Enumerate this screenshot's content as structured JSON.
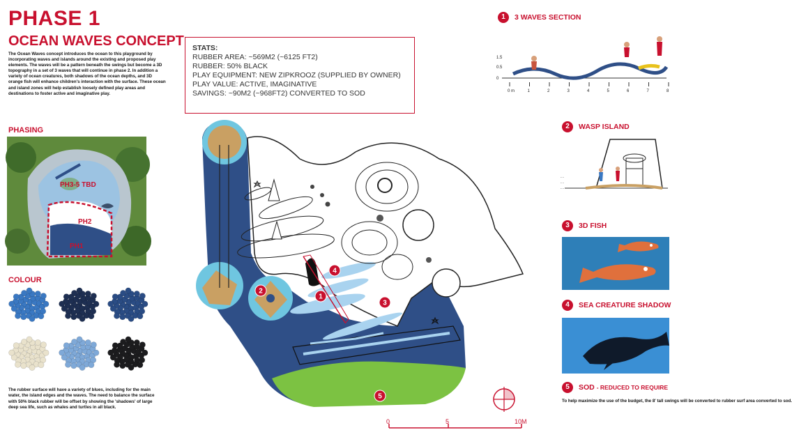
{
  "header": {
    "phase_title": "PHASE 1",
    "concept_title": "OCEAN WAVES CONCEPT",
    "intro_text": "The Ocean Waves concept introduces the ocean to this playground by incorporating waves and islands around the existing and proposed play elements. The waves will be a pattern beneath the swings but become a 3D topography in a set of 3 waves that will continue in phase 2. In addition a variety of ocean creatures, both shadows of the ocean depths, and 3D orange fish will enhance children's interaction with the surface. These ocean and island zones will help establish loosely defined play areas and destinations to foster active and imaginative play."
  },
  "phasing": {
    "heading": "PHASING",
    "labels": [
      "PH3-5 TBD",
      "PH2",
      "PH1"
    ]
  },
  "colour": {
    "heading": "COLOUR",
    "swatches": [
      "#3a78c2",
      "#1e2f52",
      "#2a4c84",
      "#e9e2cc",
      "#7fa9d8",
      "#1c1c1e"
    ],
    "text": "The rubber surface will have a variety of blues, including for the main water, the island edges and the waves. The need to balance the surface with 50% black rubber will be offset by showing the 'shadows' of large deep sea life, such as whales and turtles in all black."
  },
  "stats": {
    "heading": "STATS:",
    "lines": [
      "RUBBER AREA: ~569M2 (~6125 FT2)",
      "RUBBER: 50% BLACK",
      "PLAY EQUIPMENT: NEW ZIPKROOZ (SUPPLIED BY OWNER)",
      "PLAY VALUE: ACTIVE, IMAGINATIVE",
      "SAVINGS: ~90M2 (~968FT2) CONVERTED TO SOD"
    ]
  },
  "plan": {
    "markers": [
      "1",
      "2",
      "3",
      "4",
      "5"
    ],
    "scale_ticks": [
      "0",
      "5",
      "10M"
    ]
  },
  "items": [
    {
      "num": "1",
      "title": "3 WAVES SECTION"
    },
    {
      "num": "2",
      "title": "WASP ISLAND"
    },
    {
      "num": "3",
      "title": "3D FISH"
    },
    {
      "num": "4",
      "title": "SEA CREATURE SHADOW"
    },
    {
      "num": "5",
      "title": "SOD",
      "subtitle": "- REDUCED TO REQUIRE"
    }
  ],
  "waves_section": {
    "y_labels": [
      "1.5",
      "0.5",
      "0"
    ],
    "x_labels": [
      "0 m",
      "1",
      "2",
      "3",
      "4",
      "5",
      "6",
      "7",
      "8"
    ]
  },
  "sod_text": "To help maximize the use of the budget, the 8' tall swings will be converted to rubber surf area converted to sod.",
  "colors": {
    "accent": "#c8102e",
    "water": "#2f4f87",
    "sand": "#c9a063",
    "sod": "#7cc242"
  }
}
